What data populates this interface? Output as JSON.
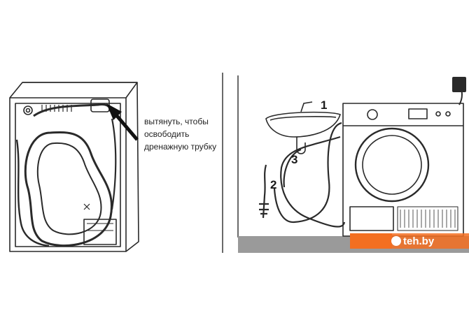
{
  "left_panel": {
    "annotation_lines": [
      "вытянуть, чтобы",
      "освободить",
      "дренажную трубку"
    ]
  },
  "right_panel": {
    "labels": [
      "1",
      "2",
      "3"
    ]
  },
  "watermark": {
    "text": "teh.by"
  },
  "colors": {
    "line": "#2a2a2a",
    "floor": "#9a9a9a",
    "brand_orange": "#f36f21"
  },
  "icons": [
    "arrow-icon",
    "power-plug-icon"
  ]
}
